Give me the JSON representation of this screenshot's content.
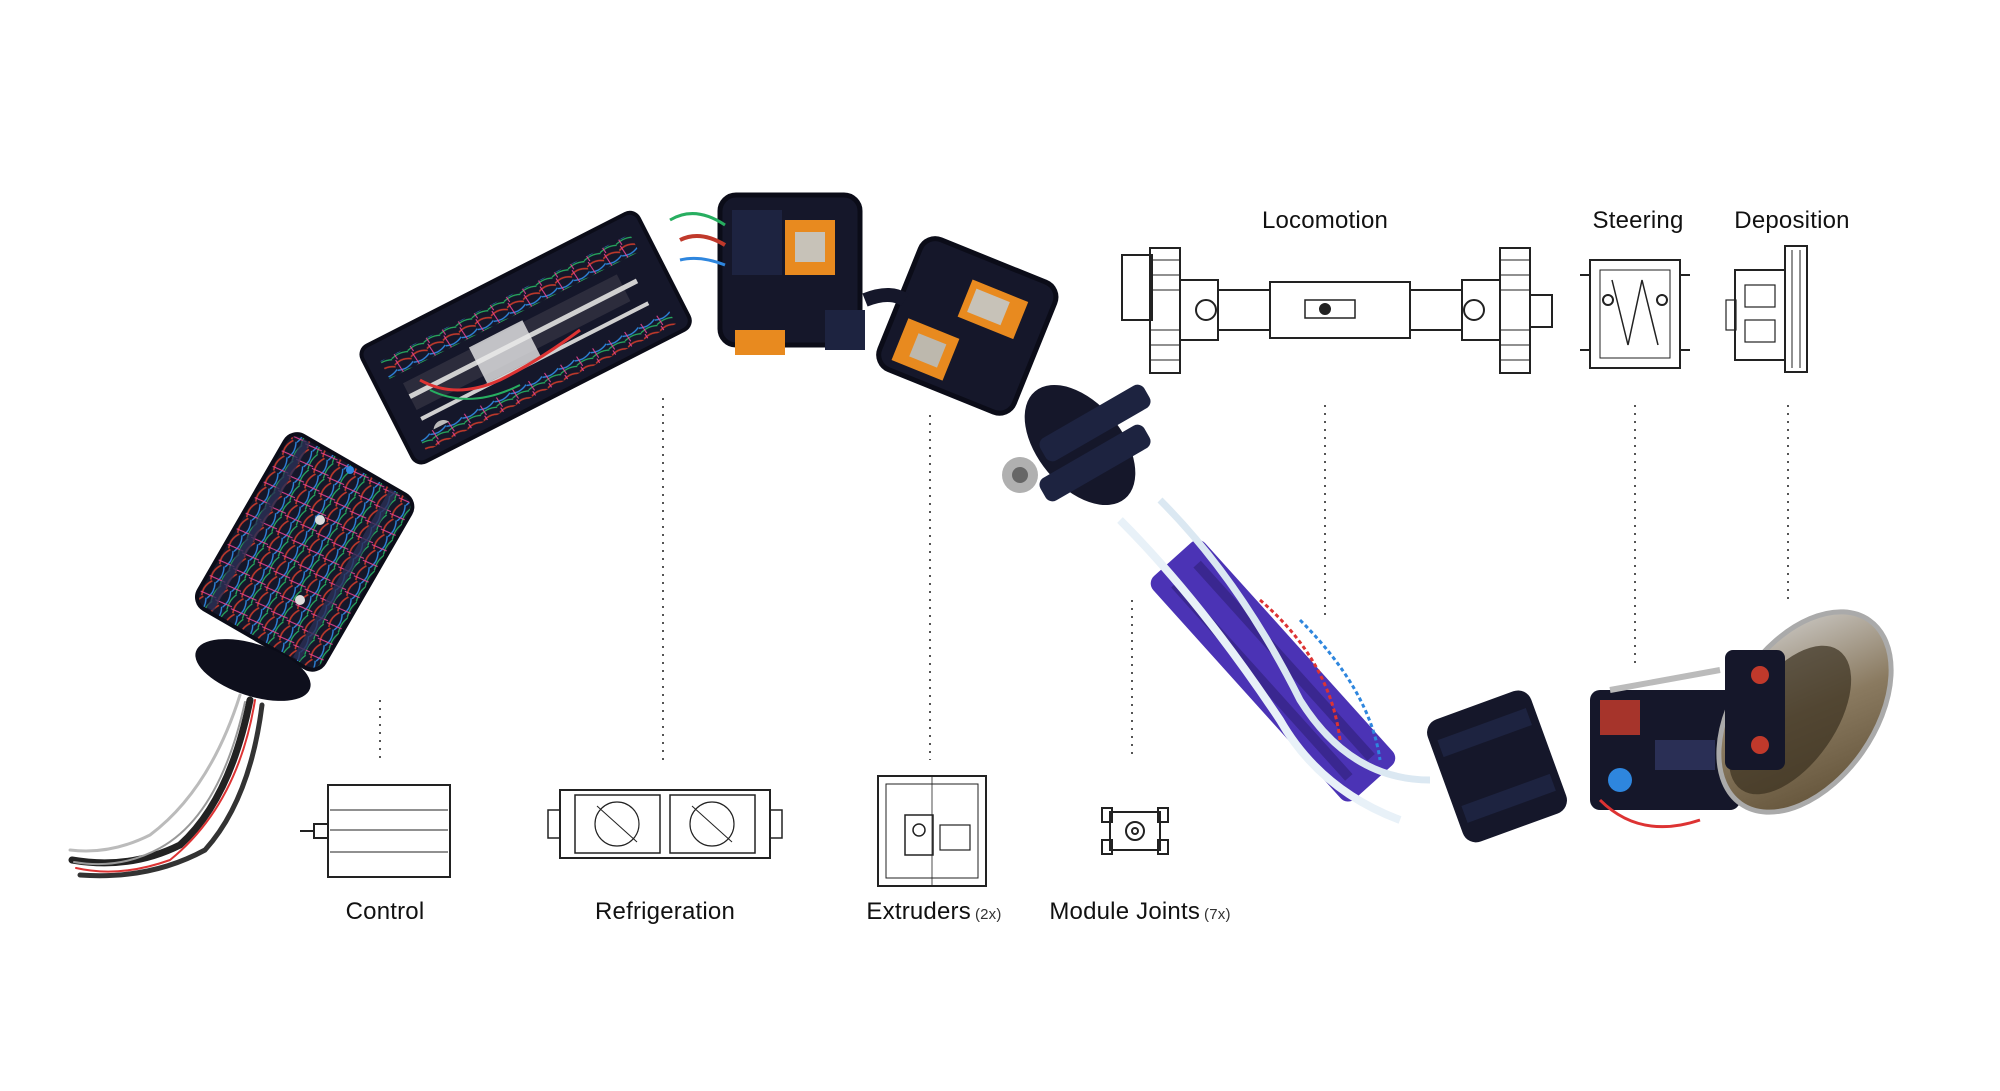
{
  "labels": {
    "control": "Control",
    "refrigeration": "Refrigeration",
    "extruders": "Extruders",
    "extruders_count": "(2x)",
    "module_joints": "Module Joints",
    "module_joints_count": "(7x)",
    "locomotion": "Locomotion",
    "steering": "Steering",
    "deposition": "Deposition"
  },
  "colors": {
    "background": "#ffffff",
    "robot_body": "#15172a",
    "module_plate": "#1d2340",
    "accent_purple": "#4b33b5",
    "accent_orange": "#e88a1f",
    "drawing_line": "#222222",
    "leader_line": "#555555"
  }
}
